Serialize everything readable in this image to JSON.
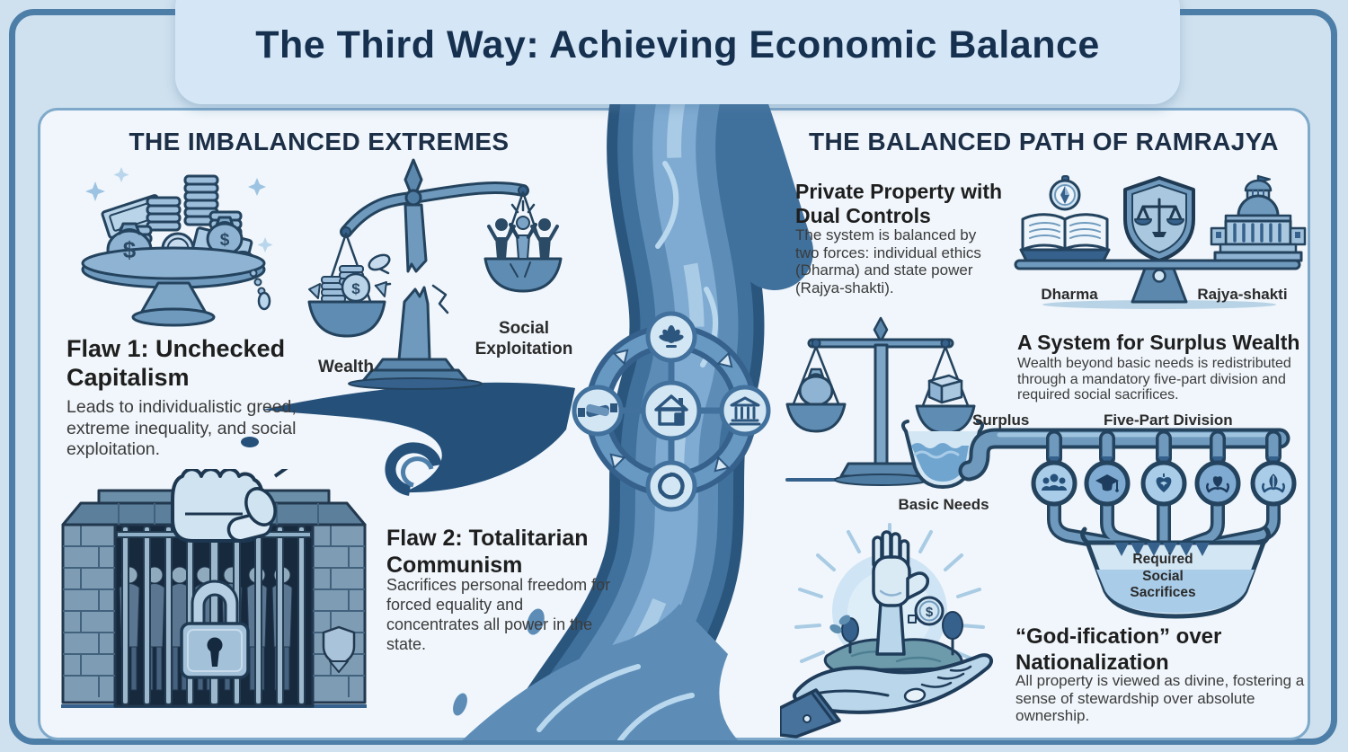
{
  "title": "The Third Way: Achieving Economic Balance",
  "symbols": {
    "dollar": "$"
  },
  "palette": {
    "page_bg": "#cfe1ef",
    "frame_border": "#4d7ea8",
    "banner_bg": "#d5e7f6",
    "panel_bg": "#f0f6fb",
    "panel_border": "#7fa9ca",
    "title_ink": "#16304f",
    "heading_ink": "#1c2f47",
    "body_ink": "#3b3b3b",
    "river_dark": "#2a567e",
    "river_mid": "#5d8db7",
    "river_light": "#a9cbe6",
    "illo_dark": "#24435e",
    "illo_mid": "#6f9abd",
    "illo_light": "#d3e6f4"
  },
  "left": {
    "heading": "THE IMBALANCED EXTREMES",
    "flaw1": {
      "title": "Flaw 1: Unchecked Capitalism",
      "body": "Leads to individualistic greed, extreme inequality, and social exploitation."
    },
    "broken_scale": {
      "left_label": "Wealth",
      "right_label": "Social Exploitation"
    },
    "flaw2": {
      "title": "Flaw 2: Totalitarian Communism",
      "body": "Sacrifices personal freedom for forced equality and concentrates all power in the state."
    }
  },
  "center": {
    "cycle_icons": [
      "lotus",
      "handshake",
      "house",
      "bank",
      "flow-swirl"
    ]
  },
  "right": {
    "heading": "THE BALANCED PATH OF RAMRAJYA",
    "private_property": {
      "title": "Private Property with Dual Controls",
      "body": "The system is balanced by two forces: individual ethics (Dharma) and state power (Rajya-shakti).",
      "left_label": "Dharma",
      "right_label": "Rajya-shakti"
    },
    "surplus_system": {
      "title": "A System for Surplus Wealth",
      "body": "Wealth beyond basic needs is redistributed through a mandatory five-part division and required social sacrifices.",
      "surplus_label": "Surplus",
      "five_part_label": "Five-Part Division",
      "basic_needs_label": "Basic Needs",
      "sacrifices_label": "Required Social Sacrifices",
      "division_icons": [
        "community",
        "education",
        "devotion",
        "care",
        "nature"
      ]
    },
    "godification": {
      "title": "“God-ification” over Nationalization",
      "body": "All property is viewed as divine, fostering a sense of stewardship over absolute ownership."
    }
  }
}
